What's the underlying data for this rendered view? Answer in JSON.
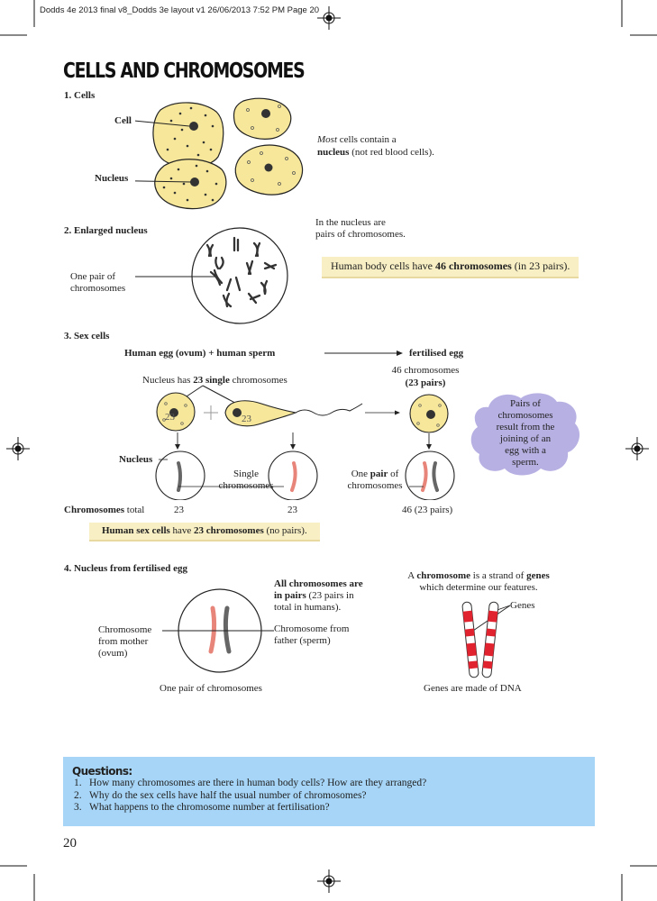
{
  "header": {
    "slug": "Dodds 4e 2013 final v8_Dodds 3e layout v1  26/06/2013  7:52 PM  Page 20"
  },
  "page": {
    "title": "CELLS AND CHROMOSOMES",
    "number": "20"
  },
  "section1": {
    "heading": "1. Cells",
    "label_cell": "Cell",
    "label_nucleus": "Nucleus",
    "note_italic": "Most",
    "note_rest_1": " cells contain a",
    "note_bold": "nucleus",
    "note_rest_2": " (not red blood cells)."
  },
  "section2": {
    "heading": "2. Enlarged nucleus",
    "intro_line1": "In the nucleus are",
    "intro_line2": "pairs of chromosomes.",
    "label_pair_line1": "One pair of",
    "label_pair_line2": "chromosomes",
    "box_pre": "Human body cells have ",
    "box_bold": "46 chromosomes",
    "box_post": " (in 23 pairs)."
  },
  "section3": {
    "heading": "3. Sex cells",
    "equation_left": "Human egg (ovum) + human sperm",
    "equation_right": "fertilised egg",
    "fert_line1": "46 chromosomes",
    "fert_line2": "(23 pairs)",
    "nucleus_has_pre": "Nucleus has ",
    "nucleus_has_bold": "23 single",
    "nucleus_has_post": " chromosomes",
    "egg_number": "23",
    "sperm_number": "23",
    "label_nucleus": "Nucleus",
    "label_single_line1": "Single",
    "label_single_line2": "chromosomes",
    "label_onepair_pre": "One ",
    "label_onepair_bold": "pair",
    "label_onepair_post": " of",
    "label_onepair_line2": "chromosomes",
    "row_label_bold": "Chromosomes",
    "row_label_rest": " total",
    "total_egg": "23",
    "total_sperm": "23",
    "total_fert": "46 (23 pairs)",
    "cloud_lines": [
      "Pairs of",
      "chromosomes",
      "result from the",
      "joining of an",
      "egg with a",
      "sperm."
    ],
    "box_bold1": "Human sex cells",
    "box_mid": " have ",
    "box_bold2": "23 chromosomes",
    "box_post": " (no pairs)."
  },
  "section4": {
    "heading": "4. Nucleus from fertilised egg",
    "allpairs_bold1": "All chromosomes are",
    "allpairs_bold2": "in pairs",
    "allpairs_rest1": " (23 pairs in",
    "allpairs_rest2": "total in humans).",
    "mother_line1": "Chromosome",
    "mother_line2": "from mother",
    "mother_line3": "(ovum)",
    "father_line1": "Chromosome from",
    "father_line2": "father (sperm)",
    "caption_pair": "One pair of chromosomes",
    "gene_intro_pre": "A ",
    "gene_intro_bold1": "chromosome",
    "gene_intro_mid": " is a strand of ",
    "gene_intro_bold2": "genes",
    "gene_intro_line2": "which determine our features.",
    "genes_label": "Genes",
    "dna_caption": "Genes are made of DNA"
  },
  "questions": {
    "heading": "Questions:",
    "items": [
      {
        "num": "1.",
        "text": "How many chromosomes are there in human body cells? How are they arranged?"
      },
      {
        "num": "2.",
        "text": "Why do the sex cells have half the usual number of chromosomes?"
      },
      {
        "num": "3.",
        "text": "What happens to the chromosome number at fertilisation?"
      }
    ]
  },
  "colors": {
    "cell_fill": "#f6e79a",
    "highlight": "#f8efc4",
    "cloud": "#b7b0e3",
    "questions_bg": "#a6d5f7",
    "chromosome_red": "#e8857a",
    "gene_red": "#e0232f"
  }
}
